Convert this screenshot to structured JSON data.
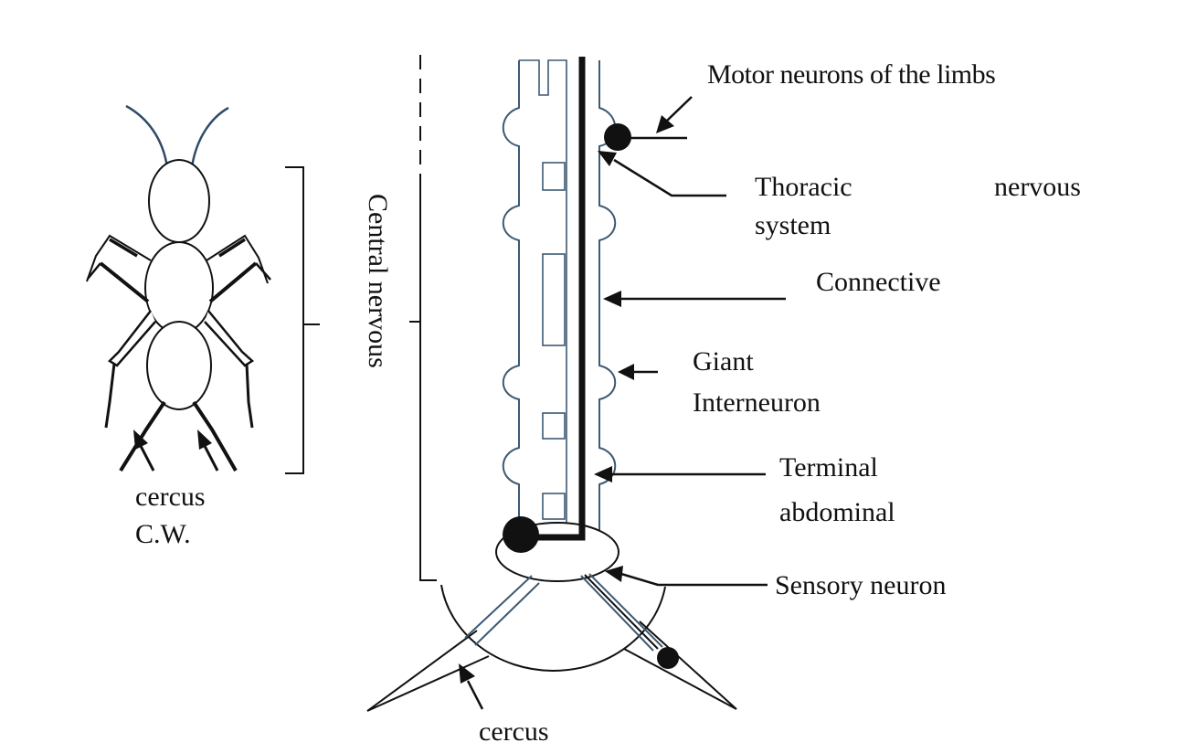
{
  "labels": {
    "motor_neurons": "Motor neurons of the limbs",
    "thoracic_1": "Thoracic",
    "thoracic_2": "nervous",
    "thoracic_3": "system",
    "connective": "Connective",
    "giant_1": "Giant",
    "giant_2": "Interneuron",
    "terminal_1": "Terminal",
    "terminal_2": "abdominal",
    "sensory": "Sensory neuron",
    "cercus_bottom": "cercus",
    "cercus_left": "cercus",
    "cw_cut": "C.W.",
    "central_nervous": "Central nervous"
  },
  "colors": {
    "ink": "#111111",
    "nerve_outline": "#3d5a73",
    "insect_antenna": "#2f4b66"
  }
}
